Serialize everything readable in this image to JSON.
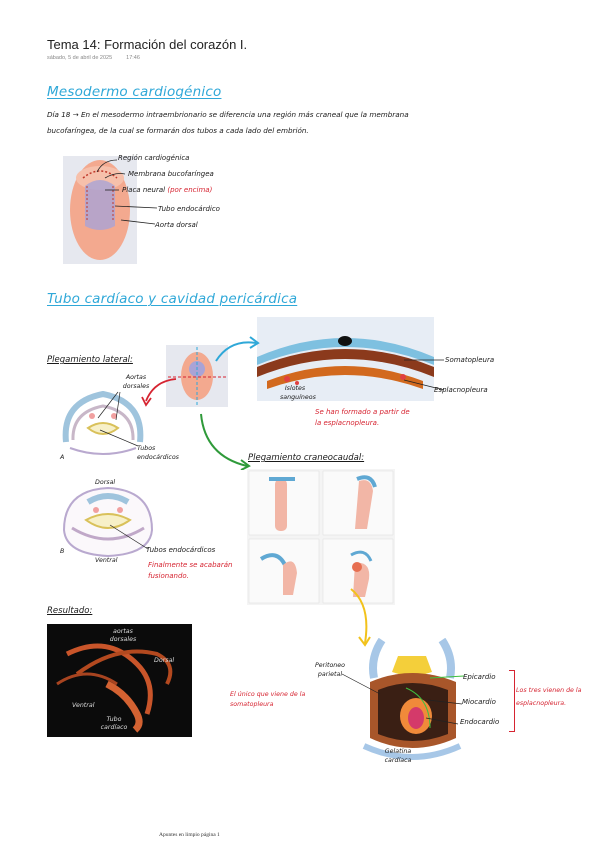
{
  "note": {
    "title": "Tema 14: Formación del corazón I.",
    "date": "sábado, 5 de abril de 2025",
    "time": "17:46"
  },
  "section1": {
    "heading": "Mesodermo cardiogénico",
    "paragraph": "Día 18 → En el mesodermo intraembrionario se diferencia una región más craneal que la membrana bucofaríngea, de la cual se formarán dos tubos a cada lado del embrión.",
    "labels": {
      "region": "Región cardiogénica",
      "membrane": "Membrana bucofaríngea",
      "plate": "Placa neural",
      "plate_note": "(por encima)",
      "tube": "Tubo endocárdico",
      "aorta": "Aorta dorsal"
    }
  },
  "section2": {
    "heading": "Tubo cardíaco y cavidad pericárdica",
    "lateral_folding": "Plegamiento lateral:",
    "dorsal_aortas": "Aortas dorsales",
    "endocardial_tubes": "Tubos endocárdicos",
    "letter_a": "A",
    "letter_b": "B",
    "dorsal": "Dorsal",
    "ventral": "Ventral",
    "tubes_b": "Tubos endocárdicos",
    "tubes_b_note": "Finalmente se acabarán fusionando.",
    "somatopleura": "Somatopleura",
    "splanchnopleura": "Esplacnopleura",
    "blood_islands": "Islotes sanguíneos",
    "islands_note": "Se han formado a partir de la esplacnopleura.",
    "craniocaudal": "Plegamiento craneocaudal:",
    "result": "Resultado:",
    "photo_labels": {
      "aortas": "aortas dorsales",
      "dorsal": "Dorsal",
      "ventral": "Ventral",
      "tube": "Tubo cardíaco"
    },
    "peritoneum": "Peritoneo parietal",
    "only_note": "El único que viene de la somatopleura",
    "epicardium": "Epicardio",
    "myocardium": "Miocardio",
    "endocardium": "Endocardio",
    "gelatin": "Gelatina cardíaca",
    "three_note": "Los tres vienen de la esplacnopleura."
  },
  "footer": "Apuntes en limpio página 1",
  "colors": {
    "heading_blue": "#2fa8d8",
    "red": "#d62431",
    "arrow_blue": "#2fa8d8",
    "arrow_red": "#d62431",
    "arrow_green": "#2f9a3a",
    "arrow_yellow": "#f2c21b",
    "bracket_red": "#d62431"
  }
}
